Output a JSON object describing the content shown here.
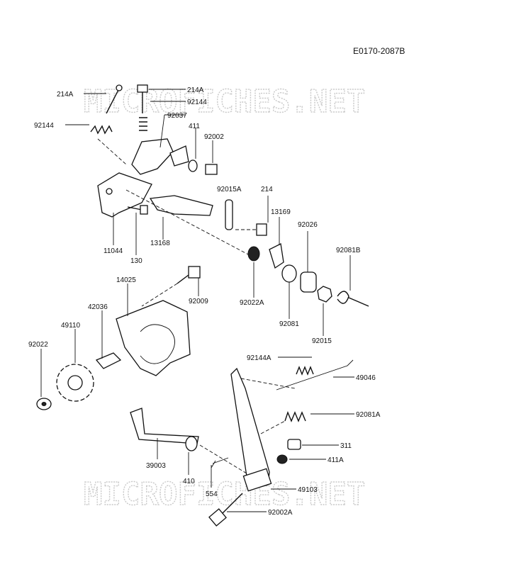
{
  "diagram_code": "E0170-2087B",
  "watermark_text": "MICROFICHES.NET",
  "callouts": {
    "c214A_left": "214A",
    "c214A_right": "214A",
    "c92144_top": "92144",
    "c92144_left": "92144",
    "c92037": "92037",
    "c411": "411",
    "c92002": "92002",
    "c92015A": "92015A",
    "c214": "214",
    "c13169": "13169",
    "c92026": "92026",
    "c92081B": "92081B",
    "c11044": "11044",
    "c130": "130",
    "c13168": "13168",
    "c14025": "14025",
    "c92009": "92009",
    "c92022A": "92022A",
    "c92081": "92081",
    "c92015": "92015",
    "c42036": "42036",
    "c49110": "49110",
    "c92022": "92022",
    "c92144A": "92144A",
    "c49046": "49046",
    "c92081A": "92081A",
    "c311": "311",
    "c411A": "411A",
    "c39003": "39003",
    "c410": "410",
    "c554": "554",
    "c49103": "49103",
    "c92002A": "92002A"
  }
}
